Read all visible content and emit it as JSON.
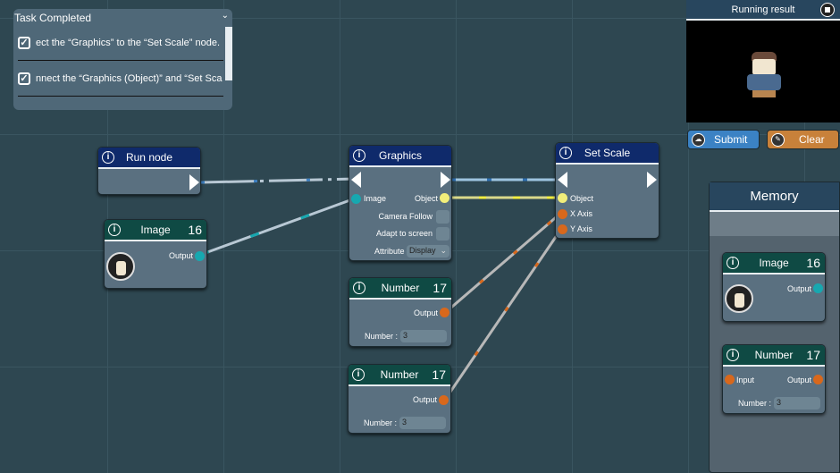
{
  "task_panel": {
    "title": "Task Completed",
    "items": [
      {
        "text": "ect the “Graphics” to the “Set Scale” node.",
        "checked": true
      },
      {
        "text": "nnect the “Graphics (Object)” and “Set Sca",
        "checked": true
      }
    ]
  },
  "run_node": {
    "title": "Run node"
  },
  "image_node": {
    "title": "Image",
    "id": "16",
    "output": "Output"
  },
  "graphics_node": {
    "title": "Graphics",
    "image": "Image",
    "object": "Object",
    "camera_follow": "Camera Follow",
    "adapt": "Adapt to screen",
    "attribute": "Attribute",
    "attribute_value": "Display"
  },
  "set_scale_node": {
    "title": "Set Scale",
    "object": "Object",
    "x_axis": "X Axis",
    "y_axis": "Y Axis"
  },
  "number_node_1": {
    "title": "Number",
    "id": "17",
    "output": "Output",
    "number_label": "Number :",
    "number_value": "3"
  },
  "number_node_2": {
    "title": "Number",
    "id": "17",
    "output": "Output",
    "number_label": "Number :",
    "number_value": "3"
  },
  "result": {
    "title": "Running result",
    "submit": "Submit",
    "clear": "Clear"
  },
  "memory": {
    "title": "Memory",
    "image": {
      "title": "Image",
      "id": "16",
      "output": "Output"
    },
    "number": {
      "title": "Number",
      "id": "17",
      "input": "Input",
      "output": "Output",
      "number_label": "Number :",
      "number_value": "3"
    }
  },
  "colors": {
    "exec": "#4a8fd0",
    "image_port": "#17a8b0",
    "object_port": "#f2ee7a",
    "number_port": "#d8681c",
    "submit": "#3b82c4",
    "clear": "#c8813a"
  }
}
